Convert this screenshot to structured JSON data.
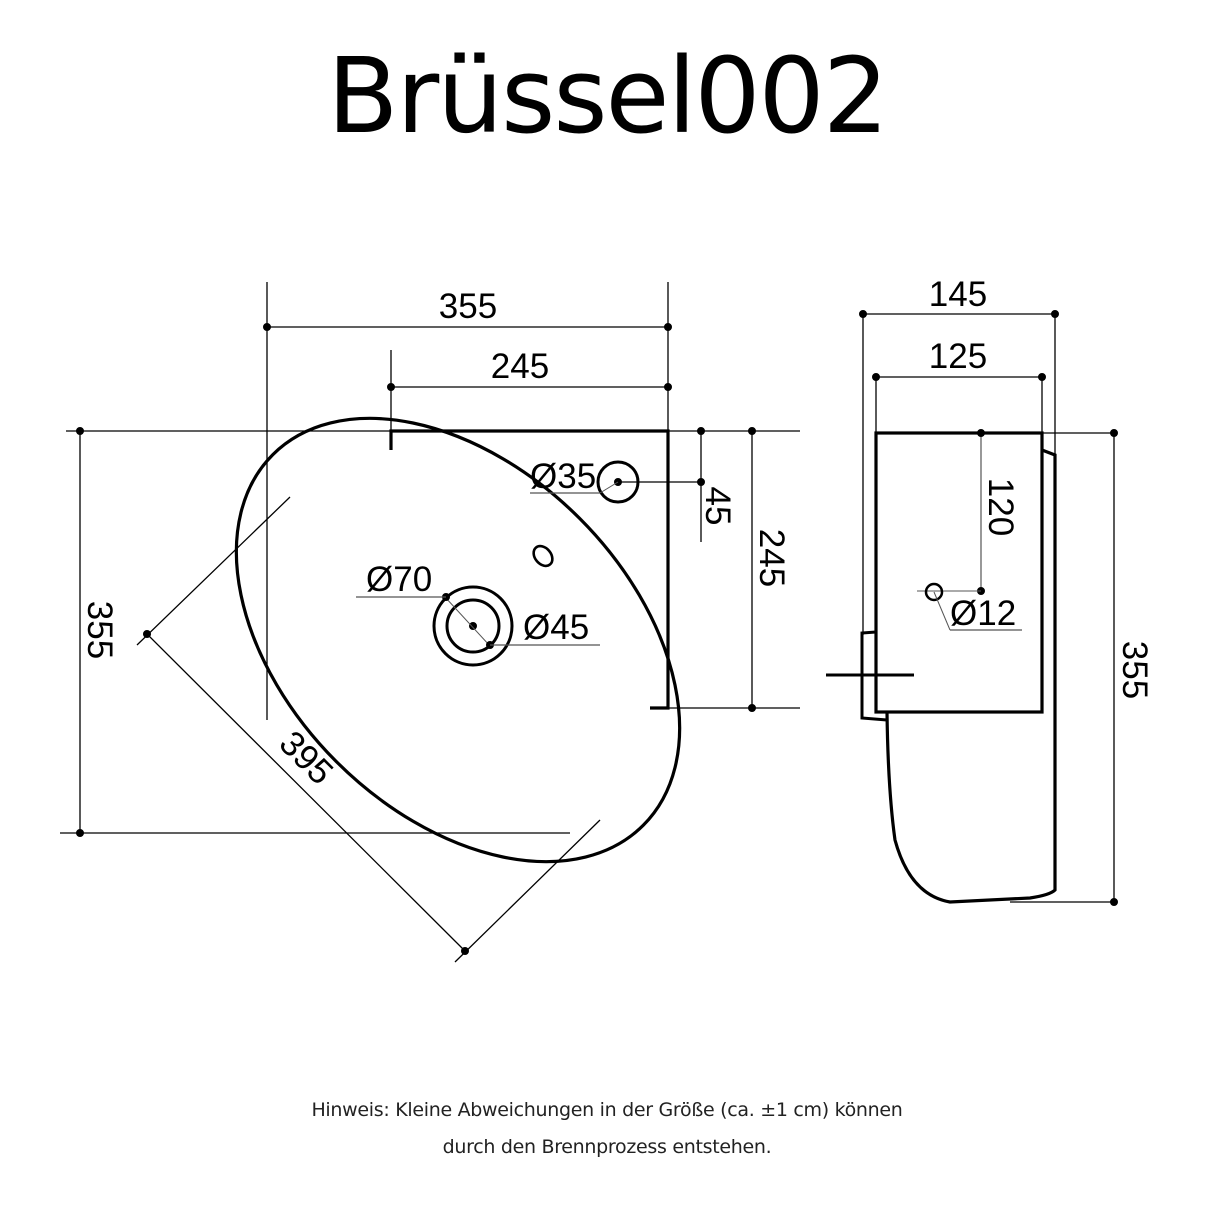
{
  "title": "Brüssel002",
  "top_view": {
    "dimensions": {
      "overall_width": "355",
      "back_width": "245",
      "overall_depth": "355",
      "side_depth": "245",
      "tap_hole_offset": "45",
      "diagonal_length": "395"
    },
    "labels": {
      "tap_hole": "Ø35",
      "drain_outer": "Ø70",
      "drain_inner": "Ø45"
    }
  },
  "side_view": {
    "dimensions": {
      "overall_depth": "145",
      "top_depth": "125",
      "height": "355",
      "overflow_height": "120"
    },
    "labels": {
      "overflow": "Ø12"
    }
  },
  "note": {
    "line1": "Hinweis: Kleine Abweichungen in der Größe (ca. ±1 cm) können",
    "line2": "durch den Brennprozess entstehen."
  },
  "colors": {
    "line": "#000000",
    "background": "#ffffff",
    "leader": "#555555"
  }
}
